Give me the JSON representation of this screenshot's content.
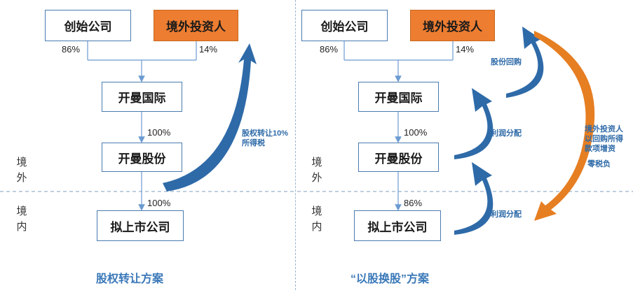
{
  "left": {
    "founder": "创始公司",
    "investor": "境外投资人",
    "pct_founder": "86%",
    "pct_investor": "14%",
    "kaiman_intl": "开曼国际",
    "pct_1": "100%",
    "kaiman_share": "开曼股份",
    "pct_2": "100%",
    "listed": "拟上市公司",
    "arrow_label_1": "股权转让10%",
    "arrow_label_2": "所得税",
    "title": "股权转让方案"
  },
  "right": {
    "founder": "创始公司",
    "investor": "境外投资人",
    "pct_founder": "86%",
    "pct_investor": "14%",
    "kaiman_intl": "开曼国际",
    "pct_1": "100%",
    "kaiman_share": "开曼股份",
    "pct_2": "86%",
    "listed": "拟上市公司",
    "buyback": "股份回购",
    "profit_1": "利润分配",
    "profit_2": "利润分配",
    "note_1": "境外投资人",
    "note_2": "以回购所得",
    "note_3": "款项增资",
    "note_4": "零税负",
    "title": "“以股换股”方案"
  },
  "region": {
    "outside_left": [
      "境",
      "外"
    ],
    "inside_left": [
      "境",
      "内"
    ],
    "outside_right": [
      "境",
      "外"
    ],
    "inside_right": [
      "境",
      "内"
    ]
  },
  "colors": {
    "blue_arrow": "#2e6aa8",
    "orange_arrow": "#e67e22",
    "investor_box": "#ed7d31",
    "connector": "#6b9bd1"
  }
}
